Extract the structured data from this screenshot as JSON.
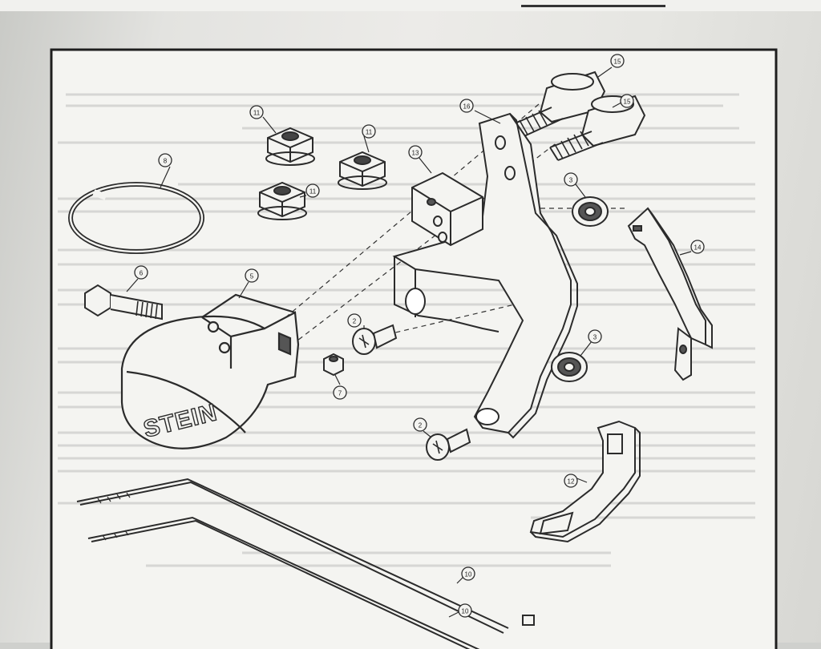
{
  "header": {
    "left_text": "",
    "right_text": ""
  },
  "diagram": {
    "brand_text": "STEIN",
    "callouts": [
      "15",
      "15",
      "16",
      "11",
      "11",
      "11",
      "8",
      "13",
      "3",
      "14",
      "6",
      "5",
      "2",
      "7",
      "3",
      "2",
      "12",
      "10",
      "10"
    ]
  },
  "colors": {
    "ink": "#2b2b2b",
    "paper": "#ecebe8",
    "frame": "#1e1e1e"
  }
}
